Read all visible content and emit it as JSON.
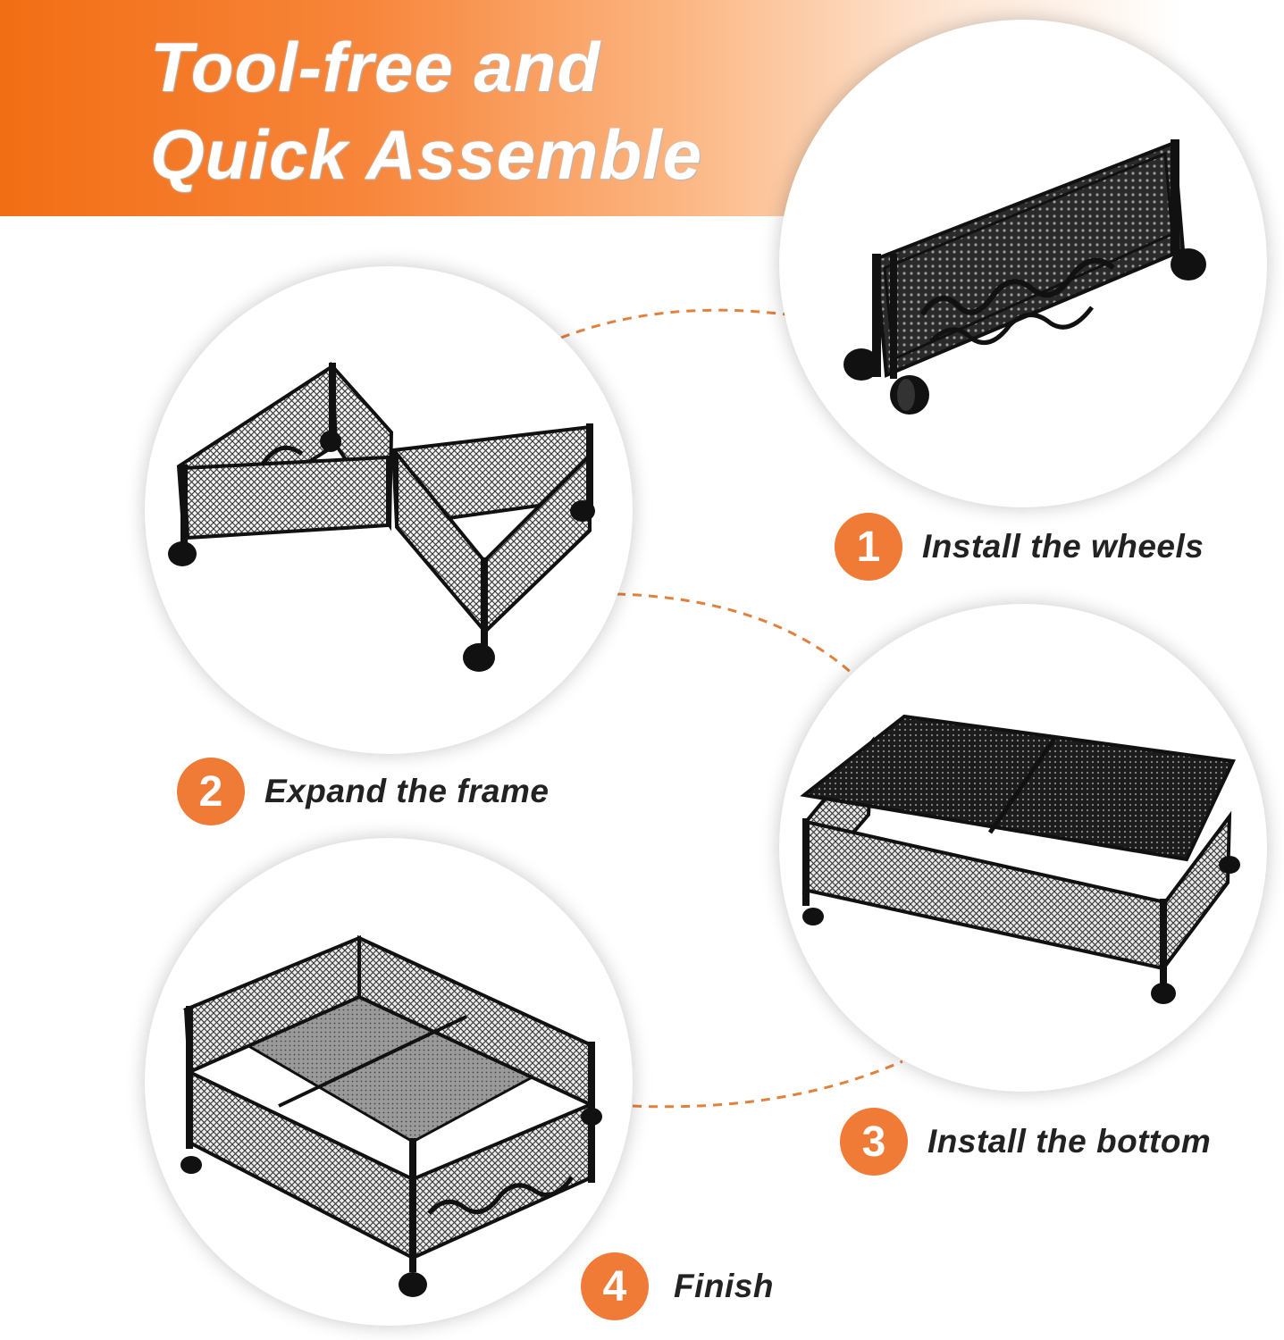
{
  "header": {
    "line1": "Tool-free and",
    "line2": "Quick Assemble"
  },
  "steps": [
    {
      "number": "1",
      "label": "Install the wheels"
    },
    {
      "number": "2",
      "label": "Expand the frame"
    },
    {
      "number": "3",
      "label": "Install the bottom"
    },
    {
      "number": "4",
      "label": "Finish"
    }
  ],
  "colors": {
    "accent": "#ef7b37",
    "banner_start": "#f26e14",
    "text": "#222222",
    "product": "#1a1a1a"
  }
}
